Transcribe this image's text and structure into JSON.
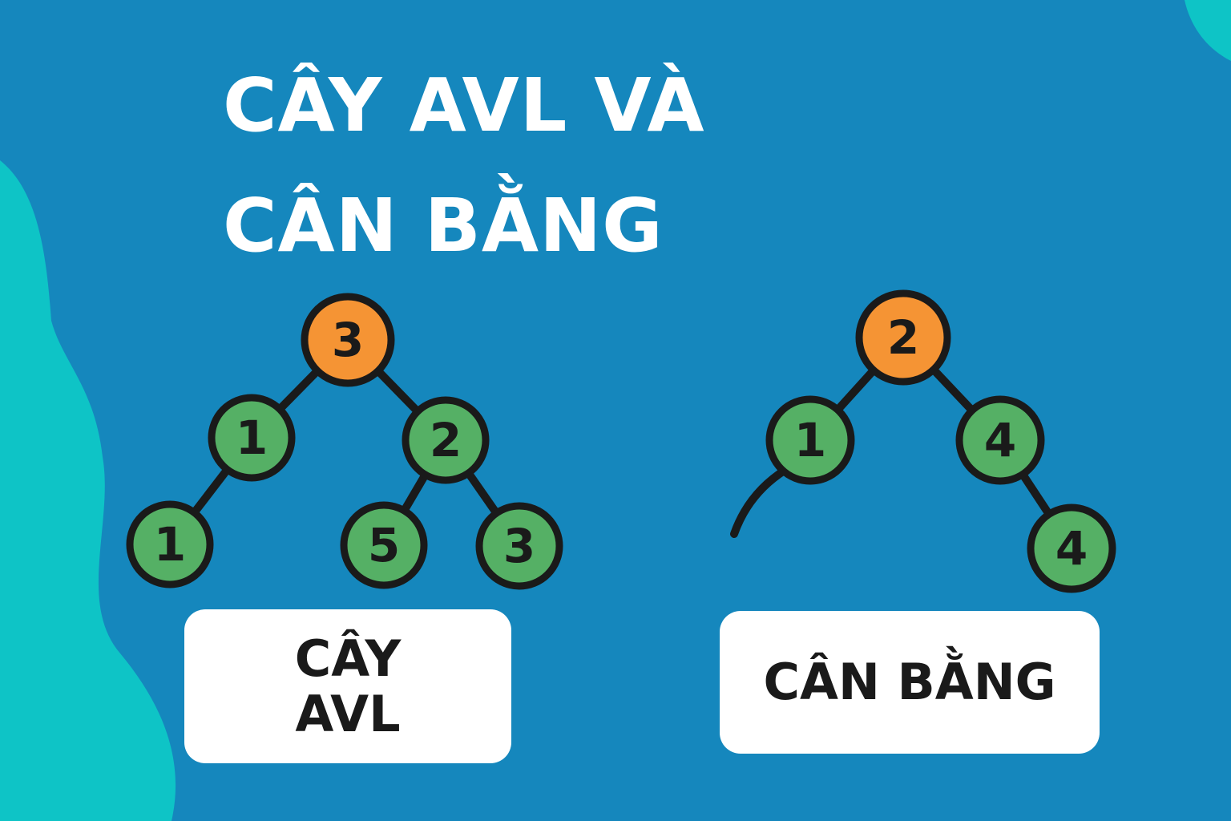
{
  "title": {
    "line1": "CÂY AVL VÀ",
    "line2": "CÂN BẰNG"
  },
  "colors": {
    "background": "#1587bd",
    "teal_blob": "#0ec4c6",
    "root_node": "#f59434",
    "child_node": "#55b065",
    "outline": "#1a1a1a",
    "card": "#ffffff"
  },
  "left_tree": {
    "root": "3",
    "level2": [
      "1",
      "2"
    ],
    "level3": [
      "1",
      "5",
      "3"
    ]
  },
  "right_tree": {
    "root": "2",
    "level2": [
      "1",
      "4"
    ],
    "level3": [
      "4"
    ]
  },
  "cards": {
    "left_line1": "CÂY",
    "left_line2": "AVL",
    "right": "CÂN BẰNG"
  }
}
